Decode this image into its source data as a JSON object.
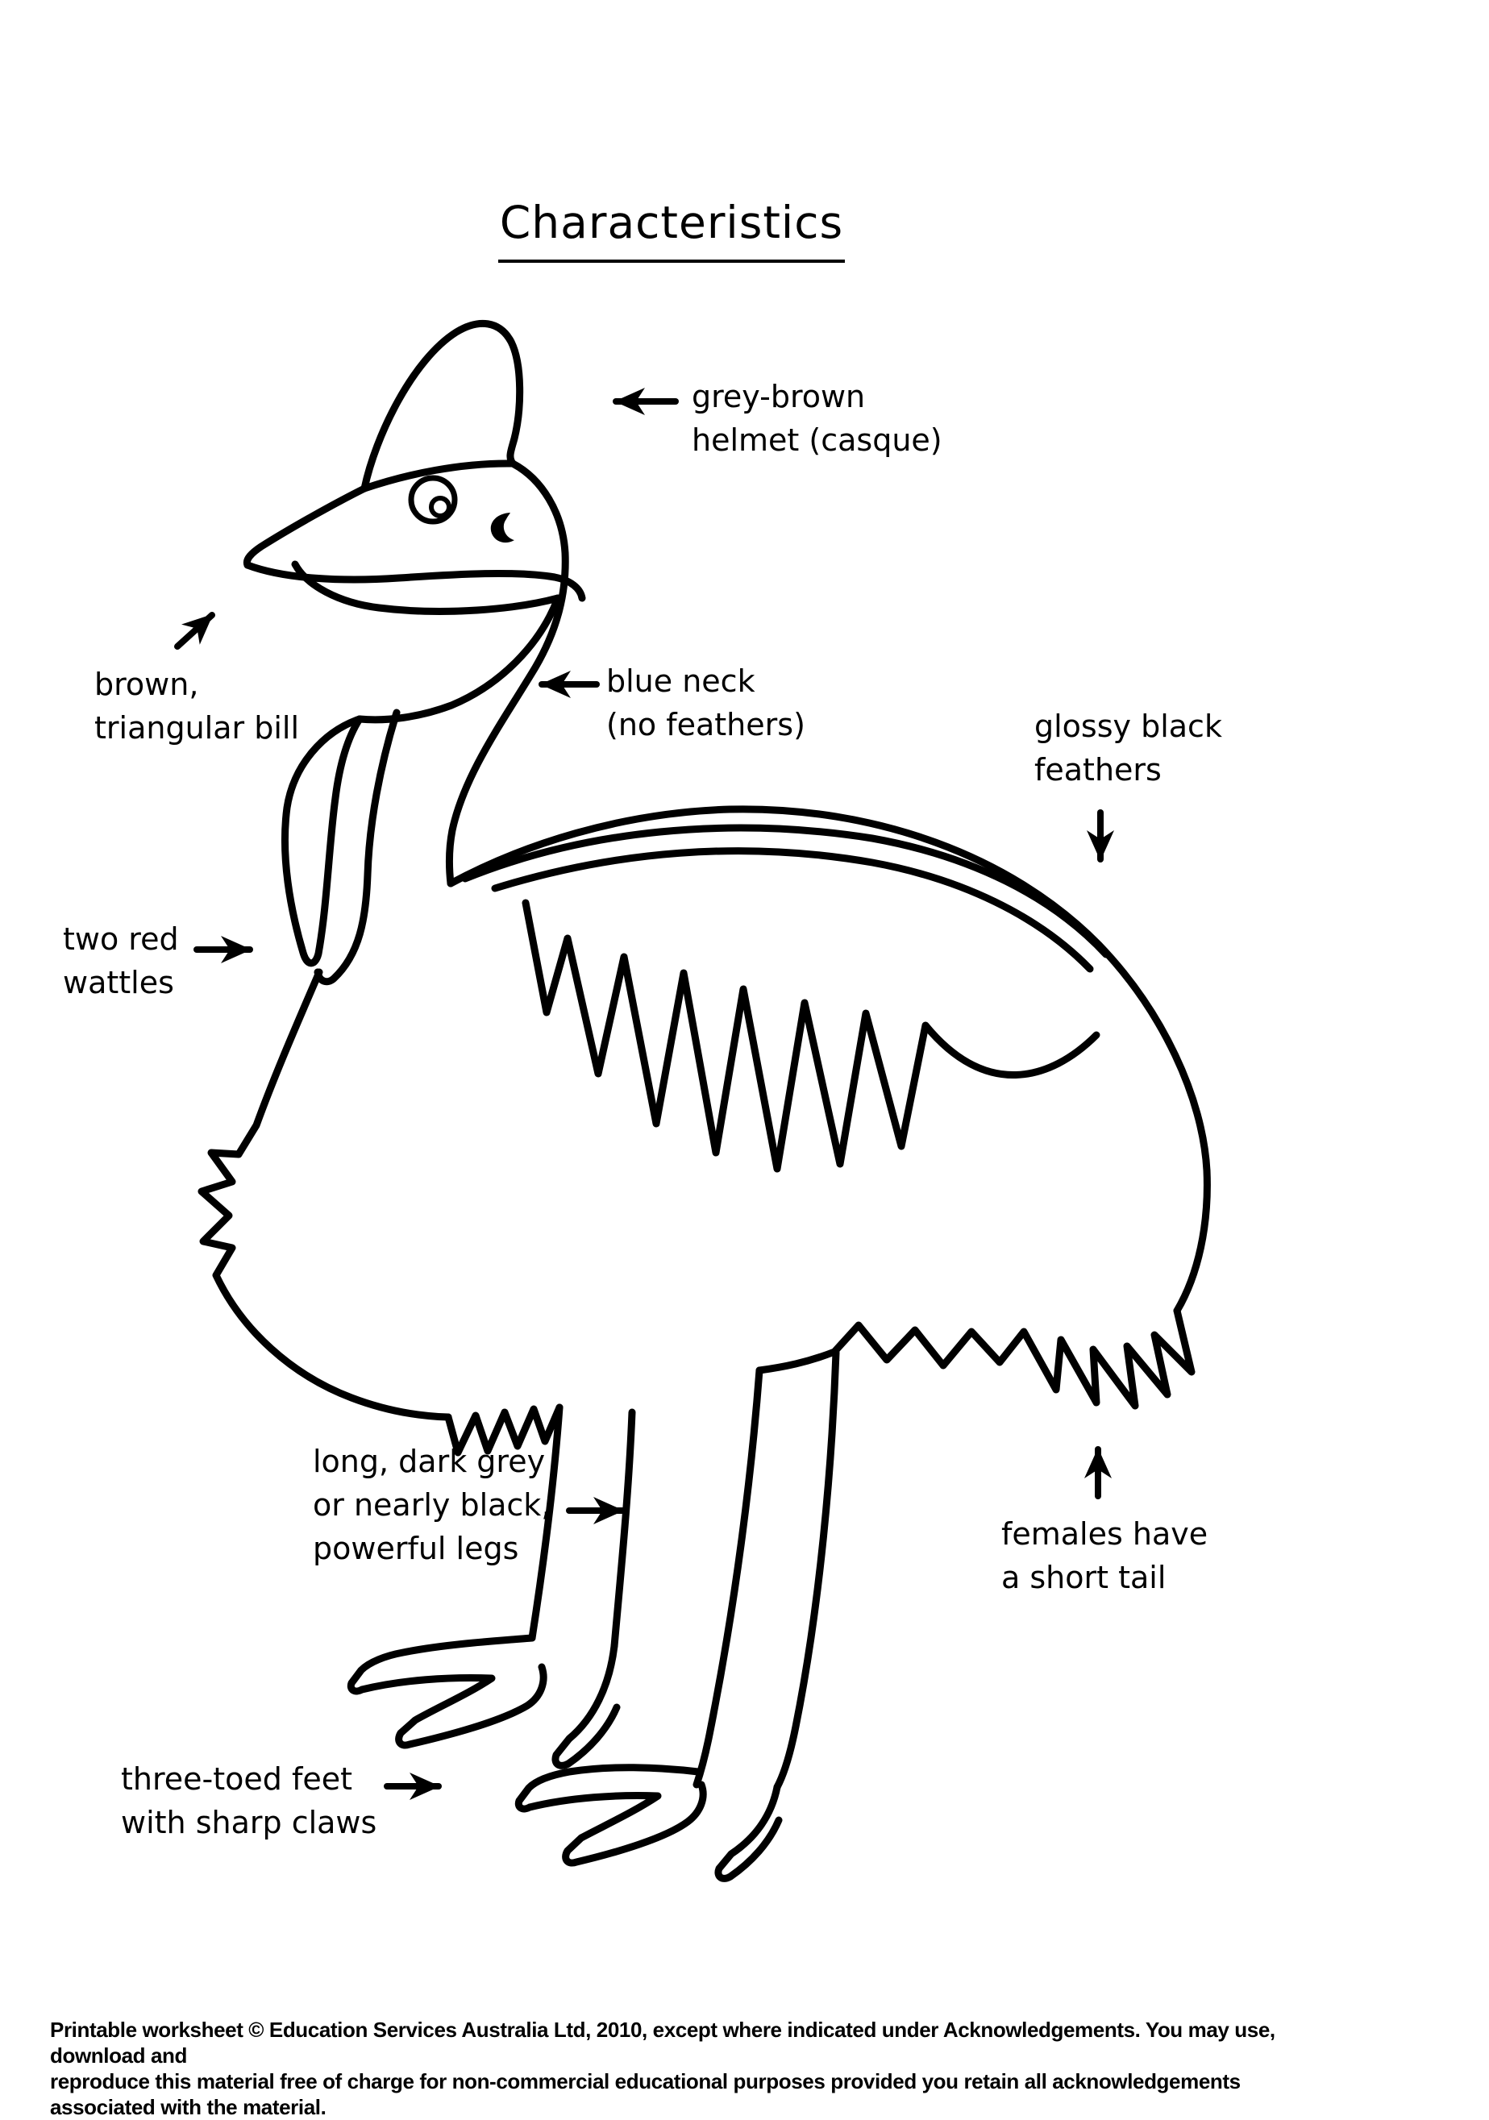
{
  "page": {
    "title": "Characteristics"
  },
  "colors": {
    "ink": "#000000",
    "paper": "#ffffff"
  },
  "icons": {
    "subject": "cassowary-line-drawing",
    "annotation": "arrow-icon"
  },
  "labels": [
    {
      "id": "helmet",
      "lines": [
        "grey-brown",
        "helmet (casque)"
      ],
      "arrow": "left"
    },
    {
      "id": "bill",
      "lines": [
        "brown,",
        "triangular bill"
      ],
      "arrow": "up-right"
    },
    {
      "id": "neck",
      "lines": [
        "blue neck",
        "(no feathers)"
      ],
      "arrow": "left"
    },
    {
      "id": "feathers",
      "lines": [
        "glossy black",
        "feathers"
      ],
      "arrow": "down"
    },
    {
      "id": "wattles",
      "lines": [
        "two red",
        "wattles"
      ],
      "arrow": "right"
    },
    {
      "id": "legs",
      "lines": [
        "long, dark grey",
        "or nearly black,",
        "powerful legs"
      ],
      "arrow": "right"
    },
    {
      "id": "tail",
      "lines": [
        "females have",
        "a short tail"
      ],
      "arrow": "up"
    },
    {
      "id": "feet",
      "lines": [
        "three-toed feet",
        "with sharp claws"
      ],
      "arrow": "right"
    }
  ],
  "footer": {
    "line1": "Printable worksheet © Education Services Australia Ltd, 2010, except where indicated under Acknowledgements. You may use, download and",
    "line2": "reproduce this material  free of charge for non-commercial educational purposes provided you retain all acknowledgements associated with the material."
  }
}
